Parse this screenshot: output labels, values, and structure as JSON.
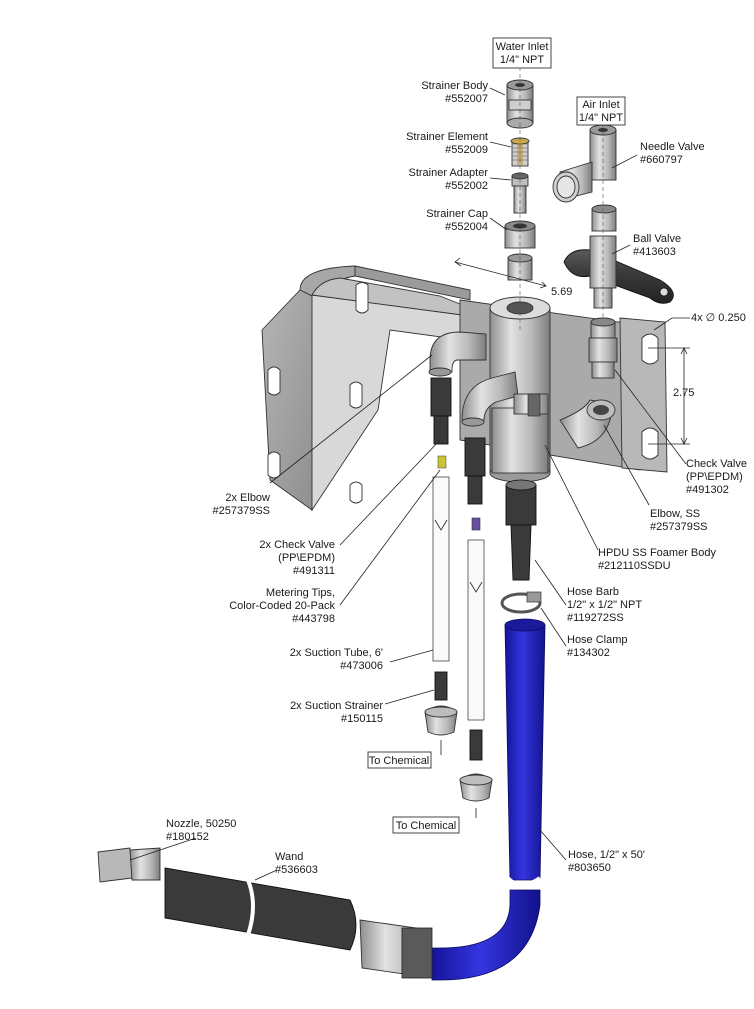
{
  "callouts": {
    "water_inlet": [
      "Water Inlet",
      "1/4\" NPT"
    ],
    "air_inlet": [
      "Air Inlet",
      "1/4\" NPT"
    ],
    "strainer_body": [
      "Strainer Body",
      "#552007"
    ],
    "strainer_element": [
      "Strainer Element",
      "#552009"
    ],
    "strainer_adapter": [
      "Strainer Adapter",
      "#552002"
    ],
    "strainer_cap": [
      "Strainer Cap",
      "#552004"
    ],
    "needle_valve": [
      "Needle Valve",
      "#660797"
    ],
    "ball_valve": [
      "Ball Valve",
      "#413603"
    ],
    "elbow_2x": [
      "2x Elbow",
      "#257379SS"
    ],
    "check_valve_2x": [
      "2x Check Valve",
      "(PP\\EPDM)",
      "#491311"
    ],
    "metering_tips": [
      "Metering Tips,",
      "Color-Coded 20-Pack",
      "#443798"
    ],
    "suction_tube": [
      "2x Suction Tube, 6'",
      "#473006"
    ],
    "suction_strainer": [
      "2x Suction Strainer",
      "#150115"
    ],
    "check_valve": [
      "Check Valve",
      "(PP\\EPDM)",
      "#491302"
    ],
    "elbow_ss": [
      "Elbow, SS",
      "#257379SS"
    ],
    "foamer_body": [
      "HPDU SS Foamer Body",
      "#212110SSDU"
    ],
    "hose_barb": [
      "Hose Barb",
      "1/2\" x 1/2\" NPT",
      "#119272SS"
    ],
    "hose_clamp": [
      "Hose Clamp",
      "#134302"
    ],
    "nozzle": [
      "Nozzle, 50250",
      "#180152"
    ],
    "wand": [
      "Wand",
      "#536603"
    ],
    "hose": [
      "Hose, 1/2\" x 50'",
      "#803650"
    ]
  },
  "dimensions": {
    "holes": "4x ∅ 0.250",
    "hole_spacing": "2.75",
    "width": "5.69"
  },
  "to_chemical_left": "To Chemical",
  "to_chemical_right": "To Chemical",
  "colors": {
    "hose_blue": "#2020c8",
    "steel": "#c9c9c9",
    "steel_dark": "#8e8e8e",
    "black_part": "#3a3a3a"
  }
}
